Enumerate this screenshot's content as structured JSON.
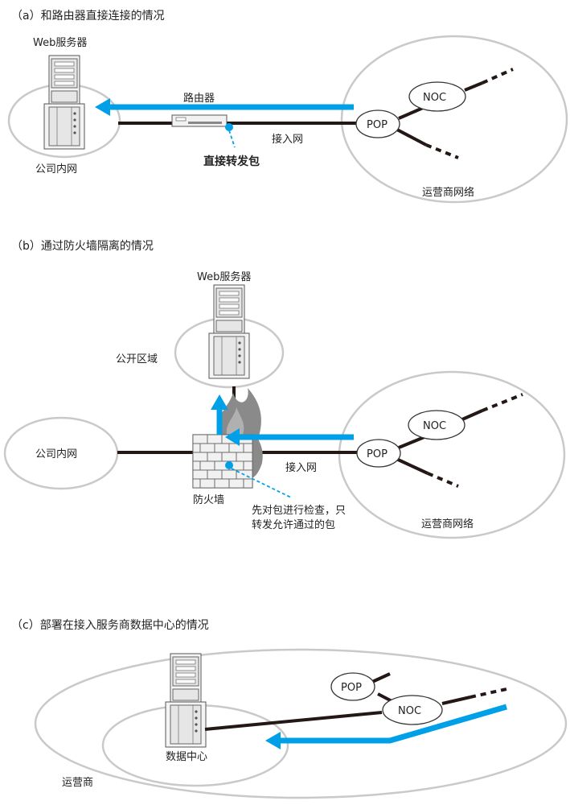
{
  "section_a": {
    "title": "（a）和路由器直接连接的情况",
    "server_label": "Web服务器",
    "lan_label": "公司内网",
    "router_label": "路由器",
    "access_label": "接入网",
    "forward_label": "直接转发包",
    "pop_label": "POP",
    "noc_label": "NOC",
    "isp_label": "运营商网络"
  },
  "section_b": {
    "title": "（b）通过防火墙隔离的情况",
    "server_label": "Web服务器",
    "dmz_label": "公开区域",
    "lan_label": "公司内网",
    "firewall_label": "防火墙",
    "access_label": "接入网",
    "note_line1": "先对包进行检查，只",
    "note_line2": "转发允许通过的包",
    "pop_label": "POP",
    "noc_label": "NOC",
    "isp_label": "运营商网络"
  },
  "section_c": {
    "title": "（c）部署在接入服务商数据中心的情况",
    "pop_label": "POP",
    "noc_label": "NOC",
    "dc_label": "数据中心",
    "isp_label": "运营商"
  },
  "colors": {
    "packet_flow": "#00a0e9",
    "link": "#231815",
    "outline": "#c9c9c9"
  }
}
